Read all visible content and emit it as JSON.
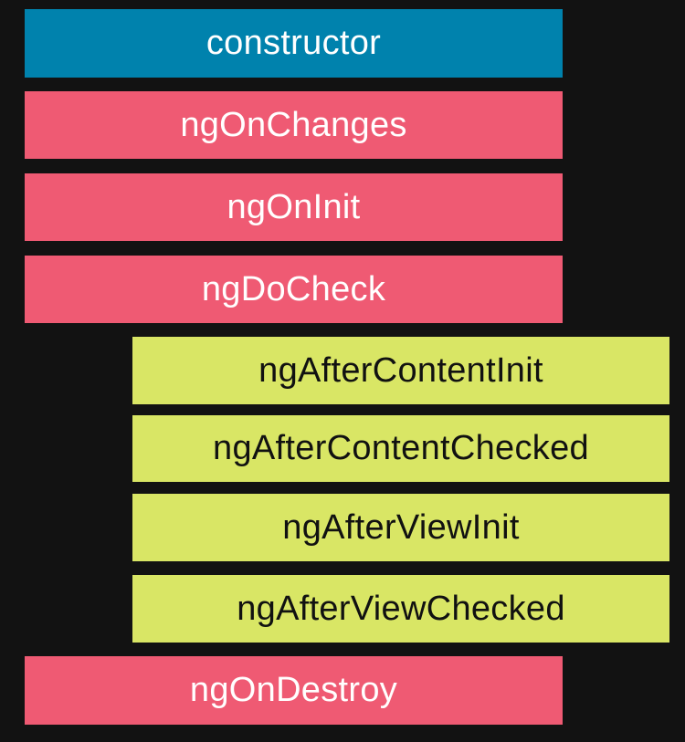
{
  "hooks": [
    {
      "label": "constructor",
      "color": "#0082ad"
    },
    {
      "label": "ngOnChanges",
      "color": "#ef5a73"
    },
    {
      "label": "ngOnInit",
      "color": "#ef5a73"
    },
    {
      "label": "ngDoCheck",
      "color": "#ef5a73"
    },
    {
      "label": "ngAfterContentInit",
      "color": "#d9e665"
    },
    {
      "label": "ngAfterContentChecked",
      "color": "#d9e665"
    },
    {
      "label": "ngAfterViewInit",
      "color": "#d9e665"
    },
    {
      "label": "ngAfterViewChecked",
      "color": "#d9e665"
    },
    {
      "label": "ngOnDestroy",
      "color": "#ef5a73"
    }
  ],
  "background": "#121212"
}
